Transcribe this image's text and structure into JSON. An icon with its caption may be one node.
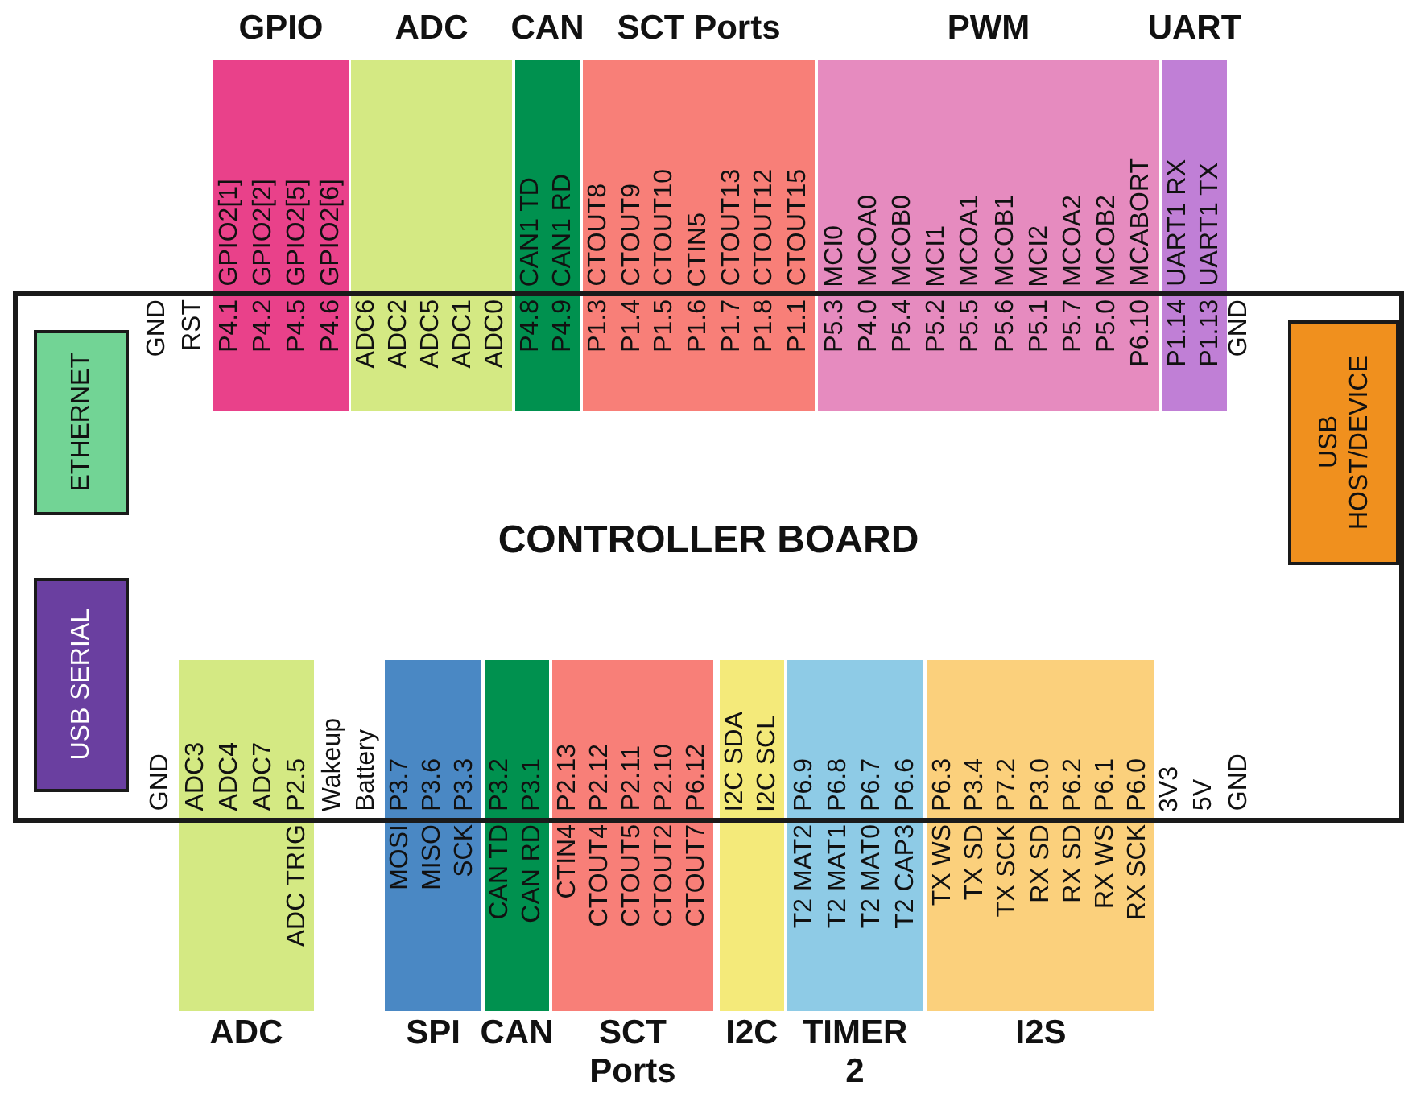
{
  "diagram": {
    "nodes": [
      {
        "text": [
          "CONTROLLER BOARD"
        ]
      },
      {
        "text": [
          "ETHERNET"
        ],
        "in": 0
      },
      {
        "text": [
          "USB SERIAL"
        ],
        "in": 0
      },
      {
        "text": [
          "USB HOST/DEVICE"
        ],
        "in": 0
      },
      {
        "text": [
          "GPIO",
          "P4.1",
          "P4.2",
          "P4.5",
          "P4.6",
          "GPIO2[1]",
          "GPIO2[2]",
          "GPIO2[5]",
          "GPIO2[6]"
        ]
      },
      {
        "text": [
          "ADC",
          "ADC6",
          "ADC2",
          "ADC5",
          "ADC1",
          "ADC0"
        ]
      },
      {
        "text": [
          "CAN",
          "P4.8",
          "P4.9",
          "CAN1 TD",
          "CAN1 RD"
        ]
      },
      {
        "text": [
          "SCT Ports",
          "P1.3",
          "P1.4",
          "P1.5",
          "P1.6",
          "P1.7",
          "P1.8",
          "P1.1",
          "CTOUT8",
          "CTOUT9",
          "CTOUT10",
          "CTIN5",
          "CTOUT13",
          "CTOUT12",
          "CTOUT15"
        ]
      },
      {
        "text": [
          "PWM",
          "P5.3",
          "P4.0",
          "P5.4",
          "P5.2",
          "P5.5",
          "P5.6",
          "P5.1",
          "P5.7",
          "P5.0",
          "P6.10",
          "MCI0",
          "MCOA0",
          "MCOB0",
          "MCI1",
          "MCOA1",
          "MCOB1",
          "MCI2",
          "MCOA2",
          "MCOB2",
          "MCABORT"
        ]
      },
      {
        "text": [
          "UART",
          "P1.14",
          "P1.13",
          "UART1 RX",
          "UART1 TX"
        ]
      },
      {
        "text": [
          "ADC",
          "ADC3",
          "ADC4",
          "ADC7",
          "P2.5",
          "ADC TRIG"
        ]
      },
      {
        "text": [
          "SPI",
          "P3.7",
          "P3.6",
          "P3.3",
          "MOSI",
          "MISO",
          "SCK"
        ]
      },
      {
        "text": [
          "CAN",
          "P3.2",
          "P3.1",
          "CAN TD",
          "CAN RD"
        ]
      },
      {
        "text": [
          "SCT Ports",
          "P2.13",
          "P2.12",
          "P2.11",
          "P2.10",
          "P6.12",
          "CTIN4",
          "CTOUT4",
          "CTOUT5",
          "CTOUT2",
          "CTOUT7"
        ]
      },
      {
        "text": [
          "I2C",
          "I2C SDA",
          "I2C SCL"
        ]
      },
      {
        "text": [
          "TIMER 2",
          "P6.9",
          "P6.8",
          "P6.7",
          "P6.6",
          "T2 MAT2",
          "T2 MAT1",
          "T2 MAT0",
          "T2 CAP3"
        ]
      },
      {
        "text": [
          "I2S",
          "P6.3",
          "P3.4",
          "P7.2",
          "P3.0",
          "P6.2",
          "P6.1",
          "P6.0",
          "TX WS",
          "TX SD",
          "TX SCK",
          "RX SD",
          "RX SD",
          "RX WS",
          "RX SCK"
        ]
      }
    ],
    "labels": [
      "GND",
      "RST",
      "GND",
      "GND",
      "Wakeup",
      "Battery",
      "3V3",
      "5V",
      "GND"
    ]
  }
}
